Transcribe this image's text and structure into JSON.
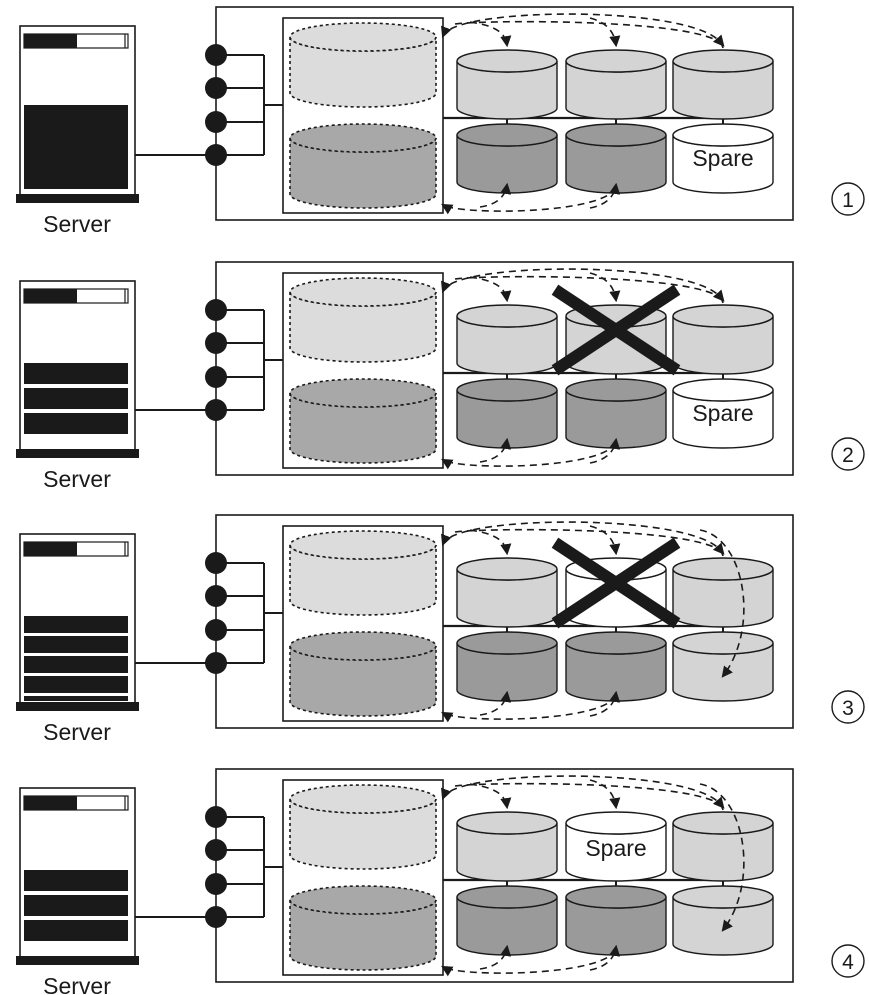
{
  "colors": {
    "ink": "#1a1a1a",
    "light_disk": "#d4d4d4",
    "dark_disk": "#9a9a9a",
    "virtual_light": "#dcdcdc",
    "virtual_dark": "#a8a8a8",
    "spare_disk": "#ffffff",
    "background": "#ffffff"
  },
  "server_label": "Server",
  "spare_label": "Spare",
  "panels": [
    {
      "step": "1",
      "server_io_blocks": 1,
      "top_row": [
        "light",
        "light",
        "light"
      ],
      "bottom_row": [
        "dark",
        "dark",
        "spare"
      ],
      "failed_disk": null,
      "rebuild_to_spare": false
    },
    {
      "step": "2",
      "server_io_blocks": 3,
      "top_row": [
        "light",
        "light",
        "light"
      ],
      "bottom_row": [
        "dark",
        "dark",
        "spare"
      ],
      "failed_disk": 1,
      "rebuild_to_spare": false
    },
    {
      "step": "3",
      "server_io_blocks": 4,
      "top_row": [
        "light",
        "spare",
        "light"
      ],
      "bottom_row": [
        "dark",
        "dark",
        "light"
      ],
      "failed_disk": 1,
      "rebuild_to_spare": true
    },
    {
      "step": "4",
      "server_io_blocks": 3,
      "top_row": [
        "light",
        "spare-labeled",
        "light"
      ],
      "bottom_row": [
        "dark",
        "dark",
        "light"
      ],
      "failed_disk": null,
      "rebuild_to_spare": true
    }
  ]
}
